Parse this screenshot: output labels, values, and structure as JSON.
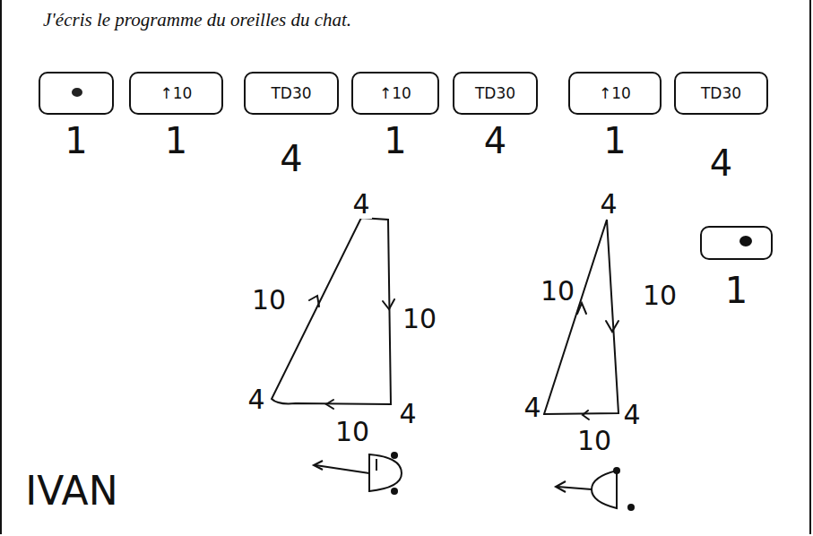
{
  "diagram": {
    "title": "J'écris le programme du oreilles du chat.",
    "nodes": [
      {
        "text": [
          "1"
        ]
      },
      {
        "text": [
          "↑10",
          "1"
        ]
      },
      {
        "text": [
          "TD30",
          "4"
        ]
      },
      {
        "text": [
          "↑10",
          "1"
        ]
      },
      {
        "text": [
          "TD30",
          "4"
        ]
      },
      {
        "text": [
          "↑10",
          "1"
        ]
      },
      {
        "text": [
          "TD30",
          "4"
        ]
      },
      {
        "text": [
          "1"
        ]
      }
    ],
    "labels": [
      "4",
      "10",
      "10",
      "4",
      "10",
      "4",
      "4",
      "10",
      "10",
      "4",
      "10",
      "4",
      "IVAN"
    ]
  }
}
